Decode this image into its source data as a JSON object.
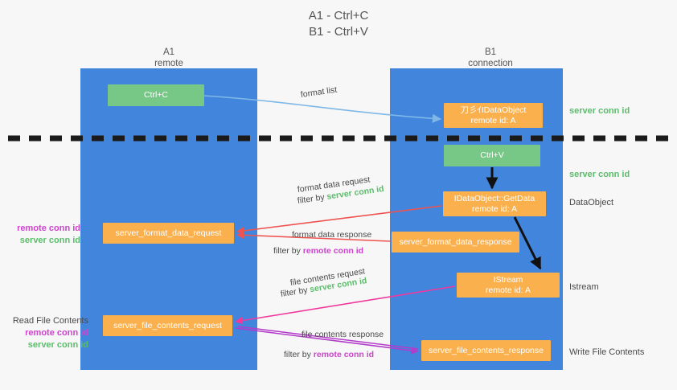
{
  "title": "A1 - Ctrl+C\nB1 - Ctrl+V",
  "columns": {
    "left": "A1\nremote",
    "right": "B1\nconnection"
  },
  "colors": {
    "lane": "#4285dd",
    "green_node": "#77c886",
    "orange_node": "#fbb04e",
    "server_conn_id": "#5bbd6b",
    "remote_conn_id": "#cc44cc",
    "background": "#f7f7f7",
    "divider": "#1a1a1a"
  },
  "nodes": {
    "ctrl_c": "Ctrl+C",
    "idataobject": "刀彡ｲIDataObject\nremote id: A",
    "ctrl_v": "Ctrl+V",
    "getdata": "IDataObject::GetData\nremote id: A",
    "server_format_data_request": "server_format_data_request",
    "server_format_data_response": "server_format_data_response",
    "istream": "IStream\nremote id: A",
    "server_file_contents_request": "server_file_contents_request",
    "server_file_contents_response": "server_file_contents_response"
  },
  "side_labels": {
    "server_conn_id_top": "server conn id",
    "server_conn_id_mid": "server conn id",
    "dataobject": "DataObject",
    "istream": "Istream",
    "write_file_contents": "Write File Contents",
    "read_file_contents": "Read File Contents",
    "remote_conn_id": "remote conn id",
    "server_conn_id": "server conn id"
  },
  "edges": {
    "format_list": "format list",
    "format_data_request": "format data request",
    "format_data_request_filter_prefix": "filter by ",
    "format_data_request_filter_value": "server conn id",
    "format_data_response": "format data response",
    "format_data_response_filter_prefix": "filter by ",
    "format_data_response_filter_value": "remote conn id",
    "file_contents_request": "file contents request",
    "file_contents_request_filter_prefix": "filter by ",
    "file_contents_request_filter_value": "server conn id",
    "file_contents_response": "file contents response",
    "file_contents_response_filter_prefix": "filter by ",
    "file_contents_response_filter_value": "remote conn id"
  }
}
